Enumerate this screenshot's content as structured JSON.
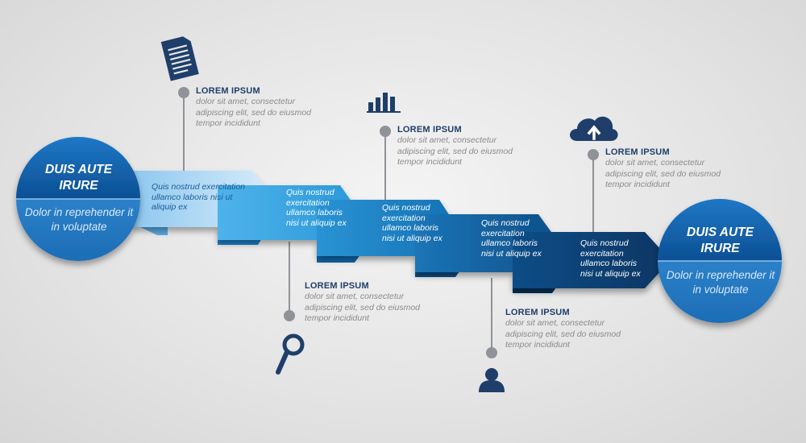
{
  "start_circle": {
    "title": "DUIS AUTE IRURE",
    "subtitle": "Dolor in reprehender it in voluptate"
  },
  "end_circle": {
    "title": "DUIS AUTE IRURE",
    "subtitle": "Dolor in reprehender it in voluptate"
  },
  "steps": [
    {
      "text": "Quis nostrud exercitation ullamco laboris nisi ut aliquip ex",
      "color": "#d6eaf8"
    },
    {
      "text": "Quis nostrud exercitation ullamco laboris nisi ut aliquip ex",
      "color": "#2a9fdc"
    },
    {
      "text": "Quis nostrud exercitation ullamco laboris nisi ut aliquip ex",
      "color": "#1a83c4"
    },
    {
      "text": "Quis nostrud exercitation ullamco laboris nisi ut aliquip ex",
      "color": "#0f5e98"
    },
    {
      "text": "Quis nostrud exercitation ullamco laboris nisi ut aliquip ex",
      "color": "#0c3d6e"
    }
  ],
  "callouts": [
    {
      "title": "LOREM IPSUM",
      "body": "dolor sit amet, consectetur adipiscing elit, sed do eiusmod tempor incididunt",
      "icon": "document-icon"
    },
    {
      "title": "LOREM IPSUM",
      "body": "dolor sit amet, consectetur adipiscing elit, sed do eiusmod tempor incididunt",
      "icon": "bar-chart-icon"
    },
    {
      "title": "LOREM IPSUM",
      "body": "dolor sit amet, consectetur adipiscing elit, sed do eiusmod tempor incididunt",
      "icon": "cloud-upload-icon"
    },
    {
      "title": "LOREM IPSUM",
      "body": "dolor sit amet, consectetur adipiscing elit, sed do eiusmod tempor incididunt",
      "icon": "search-icon"
    },
    {
      "title": "LOREM IPSUM",
      "body": "dolor sit amet, consectetur adipiscing elit, sed do eiusmod tempor incididunt",
      "icon": "user-icon"
    }
  ],
  "colors": {
    "icon": "#1f3e6a",
    "connector": "#8f9398",
    "circle_dark": "#0d5a9c",
    "circle_light": "#2a86cf"
  }
}
